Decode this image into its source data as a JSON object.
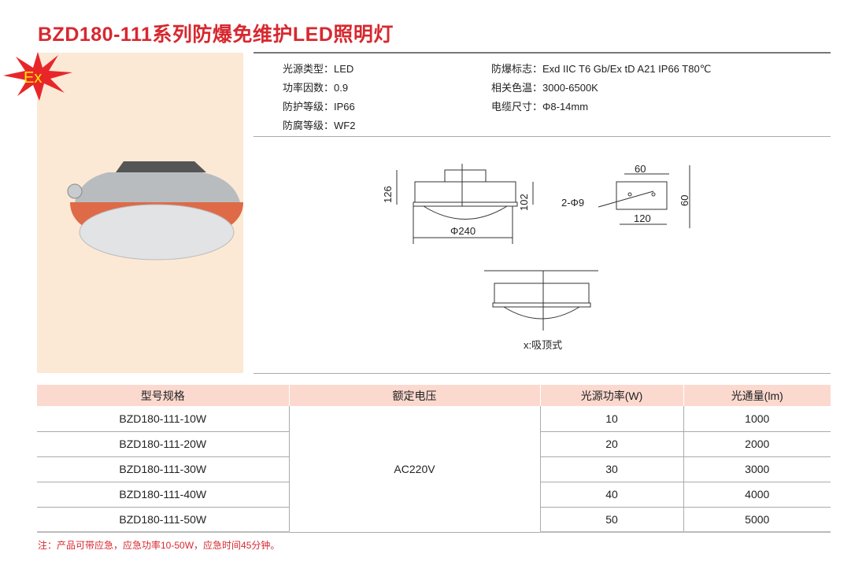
{
  "title": "BZD180-111系列防爆免维护LED照明灯",
  "ex_badge": "Ex",
  "specs": {
    "left": [
      {
        "label": "光源类型：",
        "value": "LED"
      },
      {
        "label": "功率因数：",
        "value": "0.9"
      },
      {
        "label": "防护等级：",
        "value": "IP66"
      },
      {
        "label": "防腐等级：",
        "value": "WF2"
      }
    ],
    "right": [
      {
        "label": "防爆标志：",
        "value": "Exd IIC T6 Gb/Ex tD A21 IP66 T80℃"
      },
      {
        "label": "相关色温：",
        "value": "3000-6500K"
      },
      {
        "label": "电缆尺寸：",
        "value": "Φ8-14mm"
      }
    ]
  },
  "drawing": {
    "height_total": "126",
    "height_body": "102",
    "diameter": "Φ240",
    "hole_spacing": "60",
    "hole_label": "2-Φ9",
    "plate_width": "120",
    "plate_height": "60",
    "mount_caption": "x:吸顶式"
  },
  "table": {
    "headers": [
      "型号规格",
      "额定电压",
      "光源功率(W)",
      "光通量(lm)"
    ],
    "voltage": "AC220V",
    "rows": [
      {
        "model": "BZD180-111-10W",
        "power": "10",
        "flux": "1000"
      },
      {
        "model": "BZD180-111-20W",
        "power": "20",
        "flux": "2000"
      },
      {
        "model": "BZD180-111-30W",
        "power": "30",
        "flux": "3000"
      },
      {
        "model": "BZD180-111-40W",
        "power": "40",
        "flux": "4000"
      },
      {
        "model": "BZD180-111-50W",
        "power": "50",
        "flux": "5000"
      }
    ]
  },
  "note": "注：产品可带应急，应急功率10-50W，应急时间45分钟。",
  "colors": {
    "accent": "#d7282f",
    "photo_bg": "#fbe9d6",
    "header_bg": "#fbd9cf"
  }
}
